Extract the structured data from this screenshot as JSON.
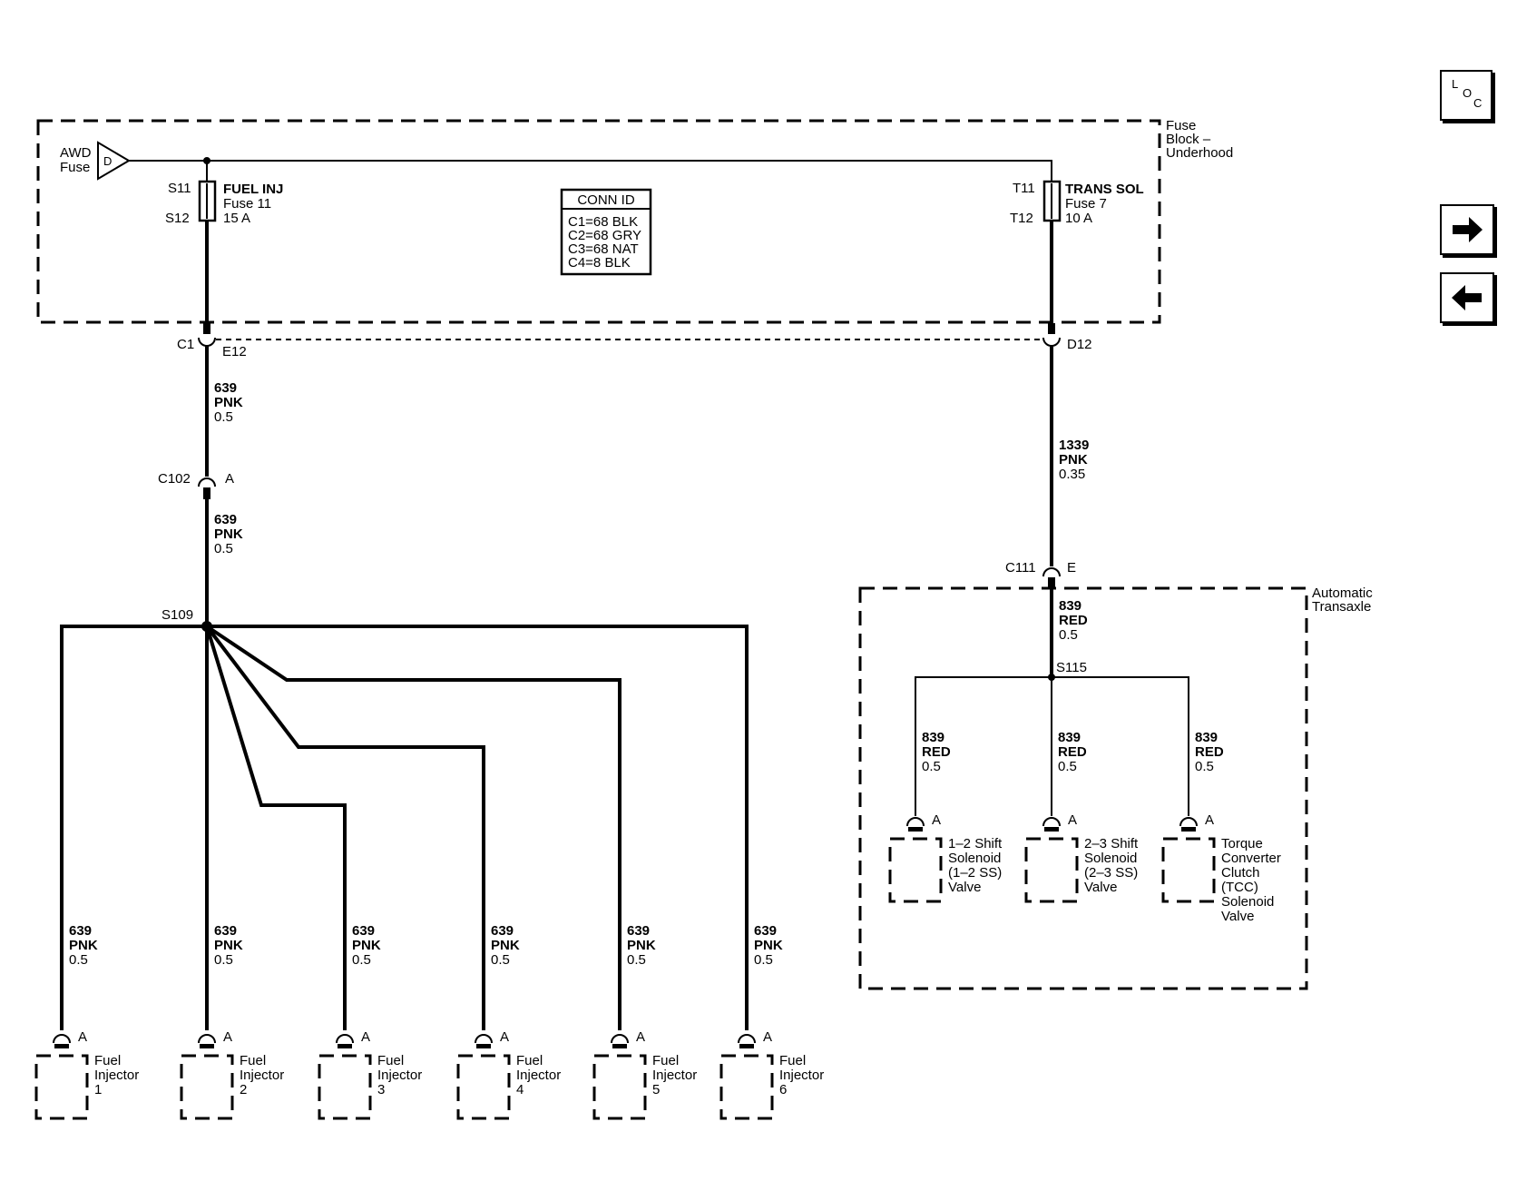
{
  "nav": {
    "loc": {
      "l": "L",
      "o": "O",
      "c": "C"
    }
  },
  "fuse_block": {
    "label1": "Fuse",
    "label2": "Block –",
    "label3": "Underhood",
    "awd1": "AWD",
    "awd2": "Fuse",
    "awd_pin": "D",
    "conn_id": {
      "title": "CONN ID",
      "lines": [
        "C1=68 BLK",
        "C2=68 GRY",
        "C3=68 NAT",
        "C4=8 BLK"
      ]
    },
    "fuse_inj": {
      "s_top": "S11",
      "s_bot": "S12",
      "name": "FUEL INJ",
      "fuse": "Fuse 11",
      "amps": "15 A"
    },
    "fuse_trans": {
      "s_top": "T11",
      "s_bot": "T12",
      "name": "TRANS SOL",
      "fuse": "Fuse 7",
      "amps": "10 A"
    }
  },
  "connectors": {
    "c1": "C1",
    "e12": "E12",
    "d12": "D12",
    "c102": "C102",
    "c102_pin": "A",
    "c111": "C111",
    "c111_pin": "E"
  },
  "splices": {
    "s109": "S109",
    "s115": "S115"
  },
  "wires": {
    "w639": {
      "circuit": "639",
      "color": "PNK",
      "size": "0.5"
    },
    "w1339": {
      "circuit": "1339",
      "color": "PNK",
      "size": "0.35"
    },
    "w839": {
      "circuit": "839",
      "color": "RED",
      "size": "0.5"
    }
  },
  "injectors": [
    {
      "pin": "A",
      "l1": "Fuel",
      "l2": "Injector",
      "l3": "1"
    },
    {
      "pin": "A",
      "l1": "Fuel",
      "l2": "Injector",
      "l3": "2"
    },
    {
      "pin": "A",
      "l1": "Fuel",
      "l2": "Injector",
      "l3": "3"
    },
    {
      "pin": "A",
      "l1": "Fuel",
      "l2": "Injector",
      "l3": "4"
    },
    {
      "pin": "A",
      "l1": "Fuel",
      "l2": "Injector",
      "l3": "5"
    },
    {
      "pin": "A",
      "l1": "Fuel",
      "l2": "Injector",
      "l3": "6"
    }
  ],
  "transaxle": {
    "label1": "Automatic",
    "label2": "Transaxle",
    "solenoids": [
      {
        "pin": "A",
        "lines": [
          "1–2 Shift",
          "Solenoid",
          "(1–2 SS)",
          "Valve"
        ]
      },
      {
        "pin": "A",
        "lines": [
          "2–3 Shift",
          "Solenoid",
          "(2–3 SS)",
          "Valve"
        ]
      },
      {
        "pin": "A",
        "lines": [
          "Torque",
          "Converter",
          "Clutch",
          "(TCC)",
          "Solenoid",
          "Valve"
        ]
      }
    ]
  }
}
